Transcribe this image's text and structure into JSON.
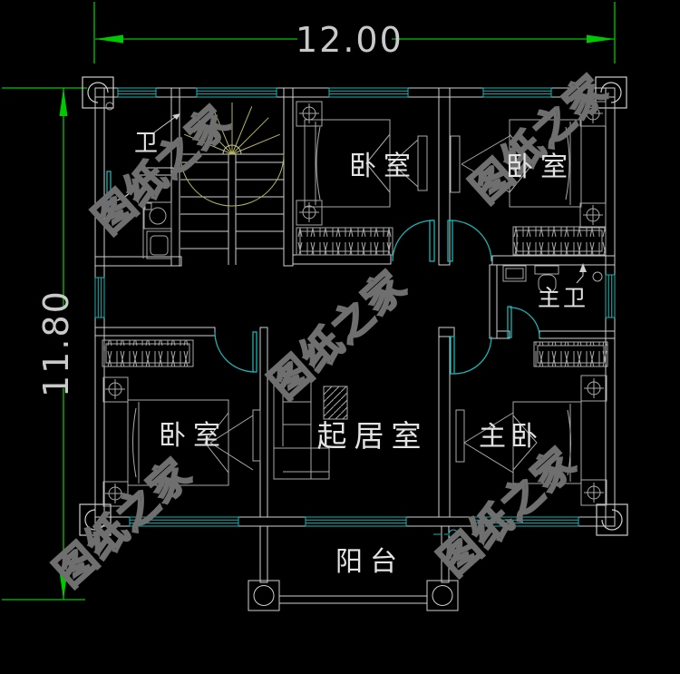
{
  "drawing": {
    "dimension_top": "12.00",
    "dimension_left": "11.80",
    "labels": {
      "bathroom": "卫",
      "bedroom_top_middle": "卧室",
      "bedroom_top_right": "卧室",
      "master_bathroom": "主卫",
      "bedroom_bottom_left": "卧室",
      "living_room": "起居室",
      "master_bedroom": "主卧",
      "balcony": "阳台"
    },
    "watermark_text": "图纸之家",
    "colors": {
      "background": "#000000",
      "walls": "#cfcfcf",
      "windows_doors": "#1ab3b3",
      "dimension_lines": "#00c800",
      "stair_winders": "#b5b45f",
      "room_labels": "#e3e3e3",
      "watermark": "#6f6f6f",
      "furniture": "#a9a9a9"
    }
  }
}
